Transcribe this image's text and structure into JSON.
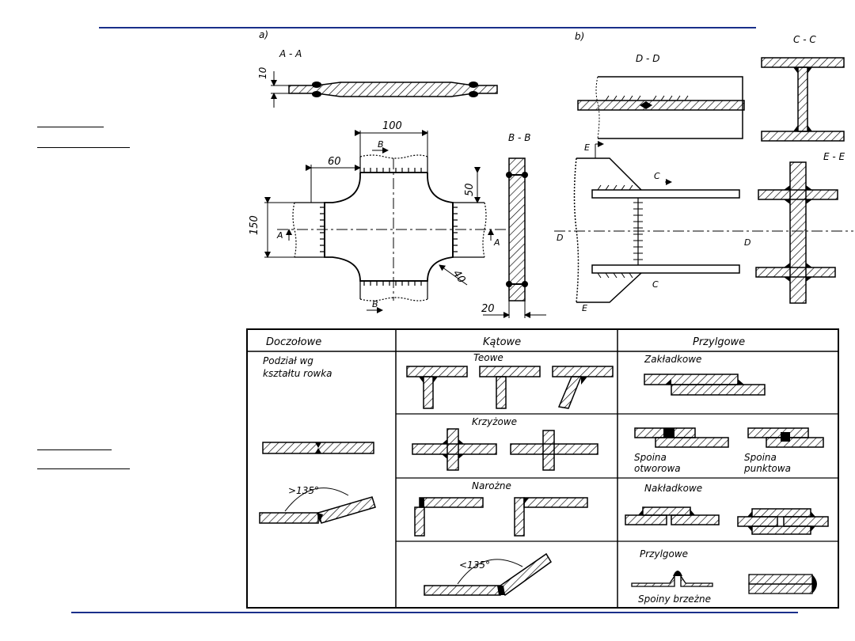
{
  "labels": {
    "a": "a)",
    "b": "b)",
    "aa": "A - A",
    "bb": "B - B",
    "cc": "C - C",
    "dd": "D - D",
    "ee": "E - E",
    "dim10": "10",
    "dim100": "100",
    "dim60": "60",
    "dim50": "50",
    "dim150": "150",
    "dim40": "40",
    "dim20": "20",
    "secA": "A",
    "secB": "B",
    "secC": "C",
    "secD": "D",
    "secE": "E"
  },
  "table": {
    "headers": [
      "Doczołowe",
      "Kątowe",
      "Przylgowe"
    ],
    "groove": "Podział wg\nkształtu rowka",
    "angle_gt": ">135°",
    "angle_lt": "<135°",
    "teowe": "Teowe",
    "krzyzowe": "Krzyżowe",
    "narozne": "Narożne",
    "zakladkowe": "Zakładkowe",
    "spoina_otworowa": "Spoina\notworowa",
    "spoina_punktowa": "Spoina\npunktowa",
    "nakladkowe": "Nakładkowe",
    "przylgowe": "Przylgowe",
    "spoiny_brzezne": "Spoiny brzeżne"
  },
  "colors": {
    "rule": "#1a2f8a",
    "ink": "#000000"
  }
}
